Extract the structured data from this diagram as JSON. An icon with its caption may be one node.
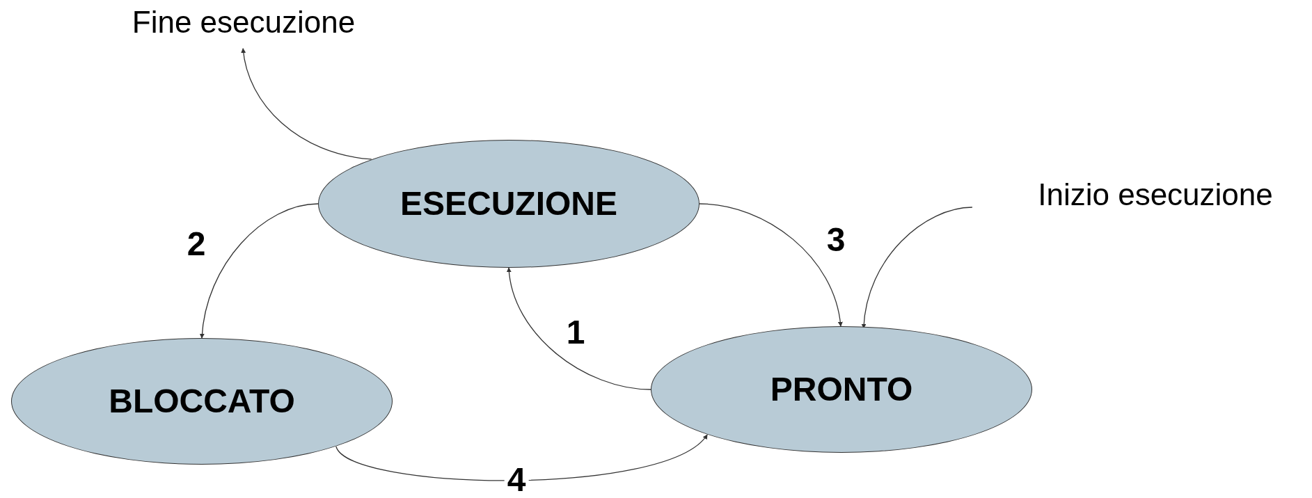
{
  "diagram": {
    "nodes": [
      {
        "text": [
          "Fine esecuzione"
        ]
      },
      {
        "text": [
          "ESECUZIONE"
        ]
      },
      {
        "text": [
          "Inizio esecuzione"
        ]
      },
      {
        "text": [
          "BLOCCATO"
        ]
      },
      {
        "text": [
          "PRONTO"
        ]
      }
    ],
    "edges": [
      {
        "from": 1,
        "to": 0,
        "arrow": "to"
      },
      {
        "from": 1,
        "to": 3,
        "arrow": "to",
        "label": "2"
      },
      {
        "from": 1,
        "to": 4,
        "arrow": "to",
        "label": "3"
      },
      {
        "from": 4,
        "to": 1,
        "arrow": "to",
        "label": "1"
      },
      {
        "from": 2,
        "to": 4,
        "arrow": "to"
      },
      {
        "from": 3,
        "to": 4,
        "arrow": "to",
        "label": "4"
      }
    ]
  }
}
